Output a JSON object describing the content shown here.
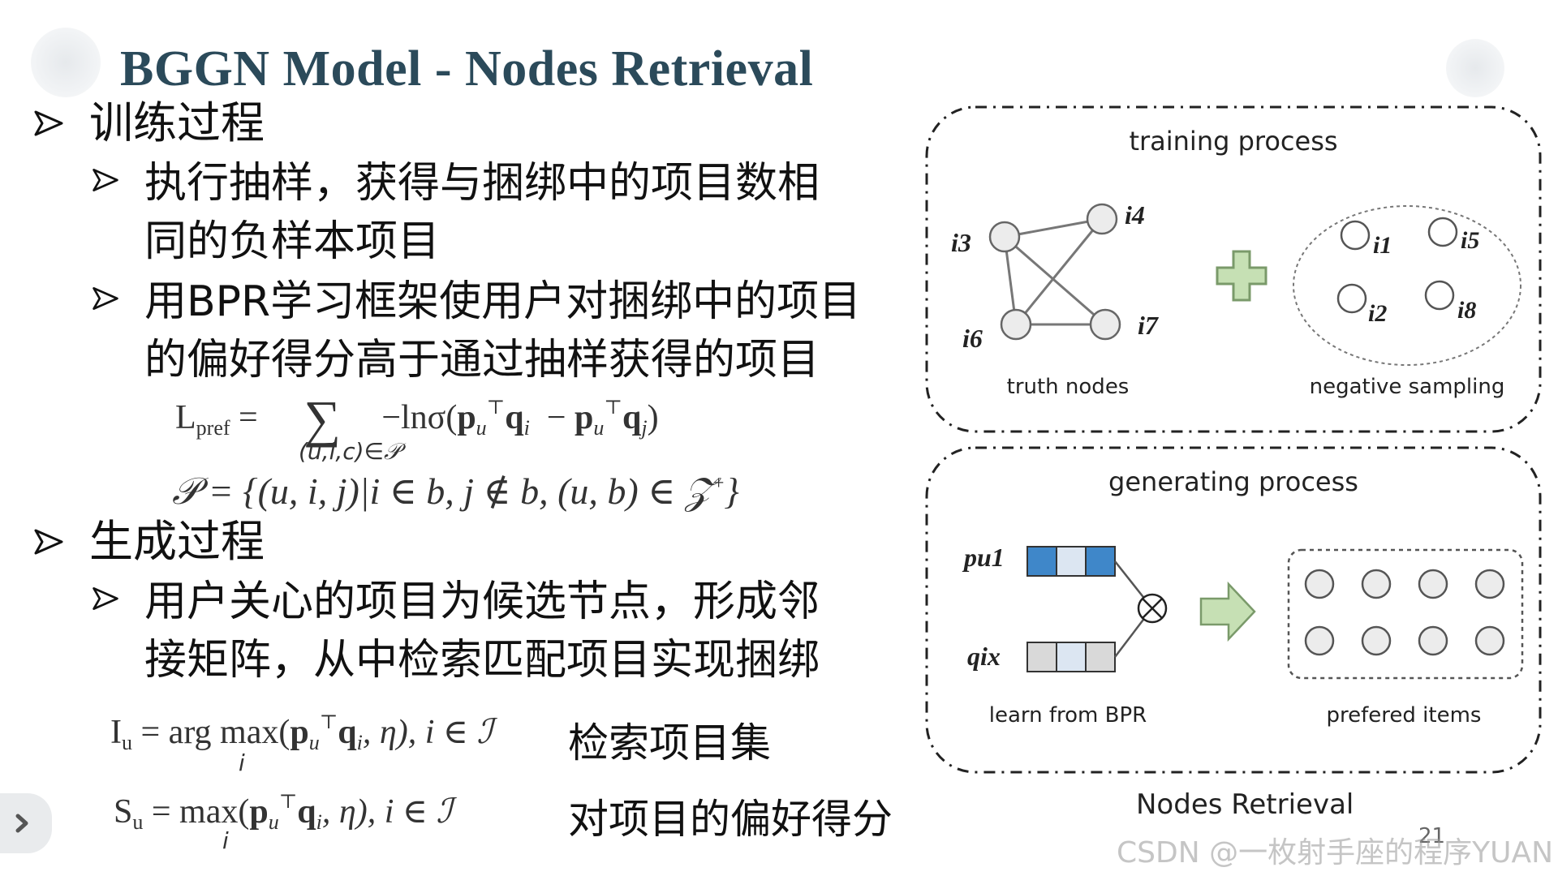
{
  "title": "BGGN Model - Nodes Retrieval",
  "bullets": {
    "training": "训练过程",
    "training_sub1": [
      "执行抽样，获得与捆绑中的项目数相",
      "同的负样本项目"
    ],
    "training_sub2": [
      "用BPR学习框架使用户对捆绑中的项目",
      "的偏好得分高于通过抽样获得的项目"
    ],
    "generating": "生成过程",
    "generating_sub1": [
      "用户关心的项目为候选节点，形成邻",
      "接矩阵，从中检索匹配项目实现捆绑"
    ]
  },
  "formulas": {
    "lpref_lhs": "L",
    "lpref_lhs_sub": "pref",
    "lpref_eq": "=",
    "lpref_sigma": "∑",
    "lpref_under": "(u,i,c)∈𝒫",
    "lpref_body": "−lnσ(",
    "p_set_left": "𝒫 = {(u, i, j)|i ∈ b, j ∉ b, (u, b) ∈ 𝒵",
    "p_set_sup": "+",
    "p_set_right": "}",
    "iu_lhs": "I",
    "iu_lhs_sub": "u",
    "iu_body": "= arg max(",
    "iu_tail": ", η), i ∈ ℐ",
    "iu_under": "i",
    "su_lhs": "S",
    "su_lhs_sub": "u",
    "su_body": "= max(",
    "su_tail": ", η), i ∈ ℐ",
    "su_under": "i"
  },
  "formula_labels": {
    "iu_label": "检索项目集",
    "su_label": "对项目的偏好得分"
  },
  "diagram": {
    "training_title": "training process",
    "truth_nodes_label": "truth nodes",
    "negative_sampling_label": "negative sampling",
    "node_i3": "i3",
    "node_i4": "i4",
    "node_i6": "i6",
    "node_i7": "i7",
    "node_i1": "i1",
    "node_i5": "i5",
    "node_i2": "i2",
    "node_i8": "i8",
    "generating_title": "generating process",
    "pu_label": "pu1",
    "qi_label": "qix",
    "learn_label": "learn from BPR",
    "preferred_label": "prefered items",
    "colors": {
      "blue": "#3f87c9",
      "light": "#dce6f2",
      "gray": "#d9d9d9",
      "green": "#c6e0b4",
      "green_stroke": "#7a9a6a"
    }
  },
  "caption": "Nodes Retrieval",
  "page_number": "21",
  "watermark": "CSDN @一枚射手座的程序YUAN",
  "nav": {
    "next_icon": "chevron-right-icon"
  }
}
